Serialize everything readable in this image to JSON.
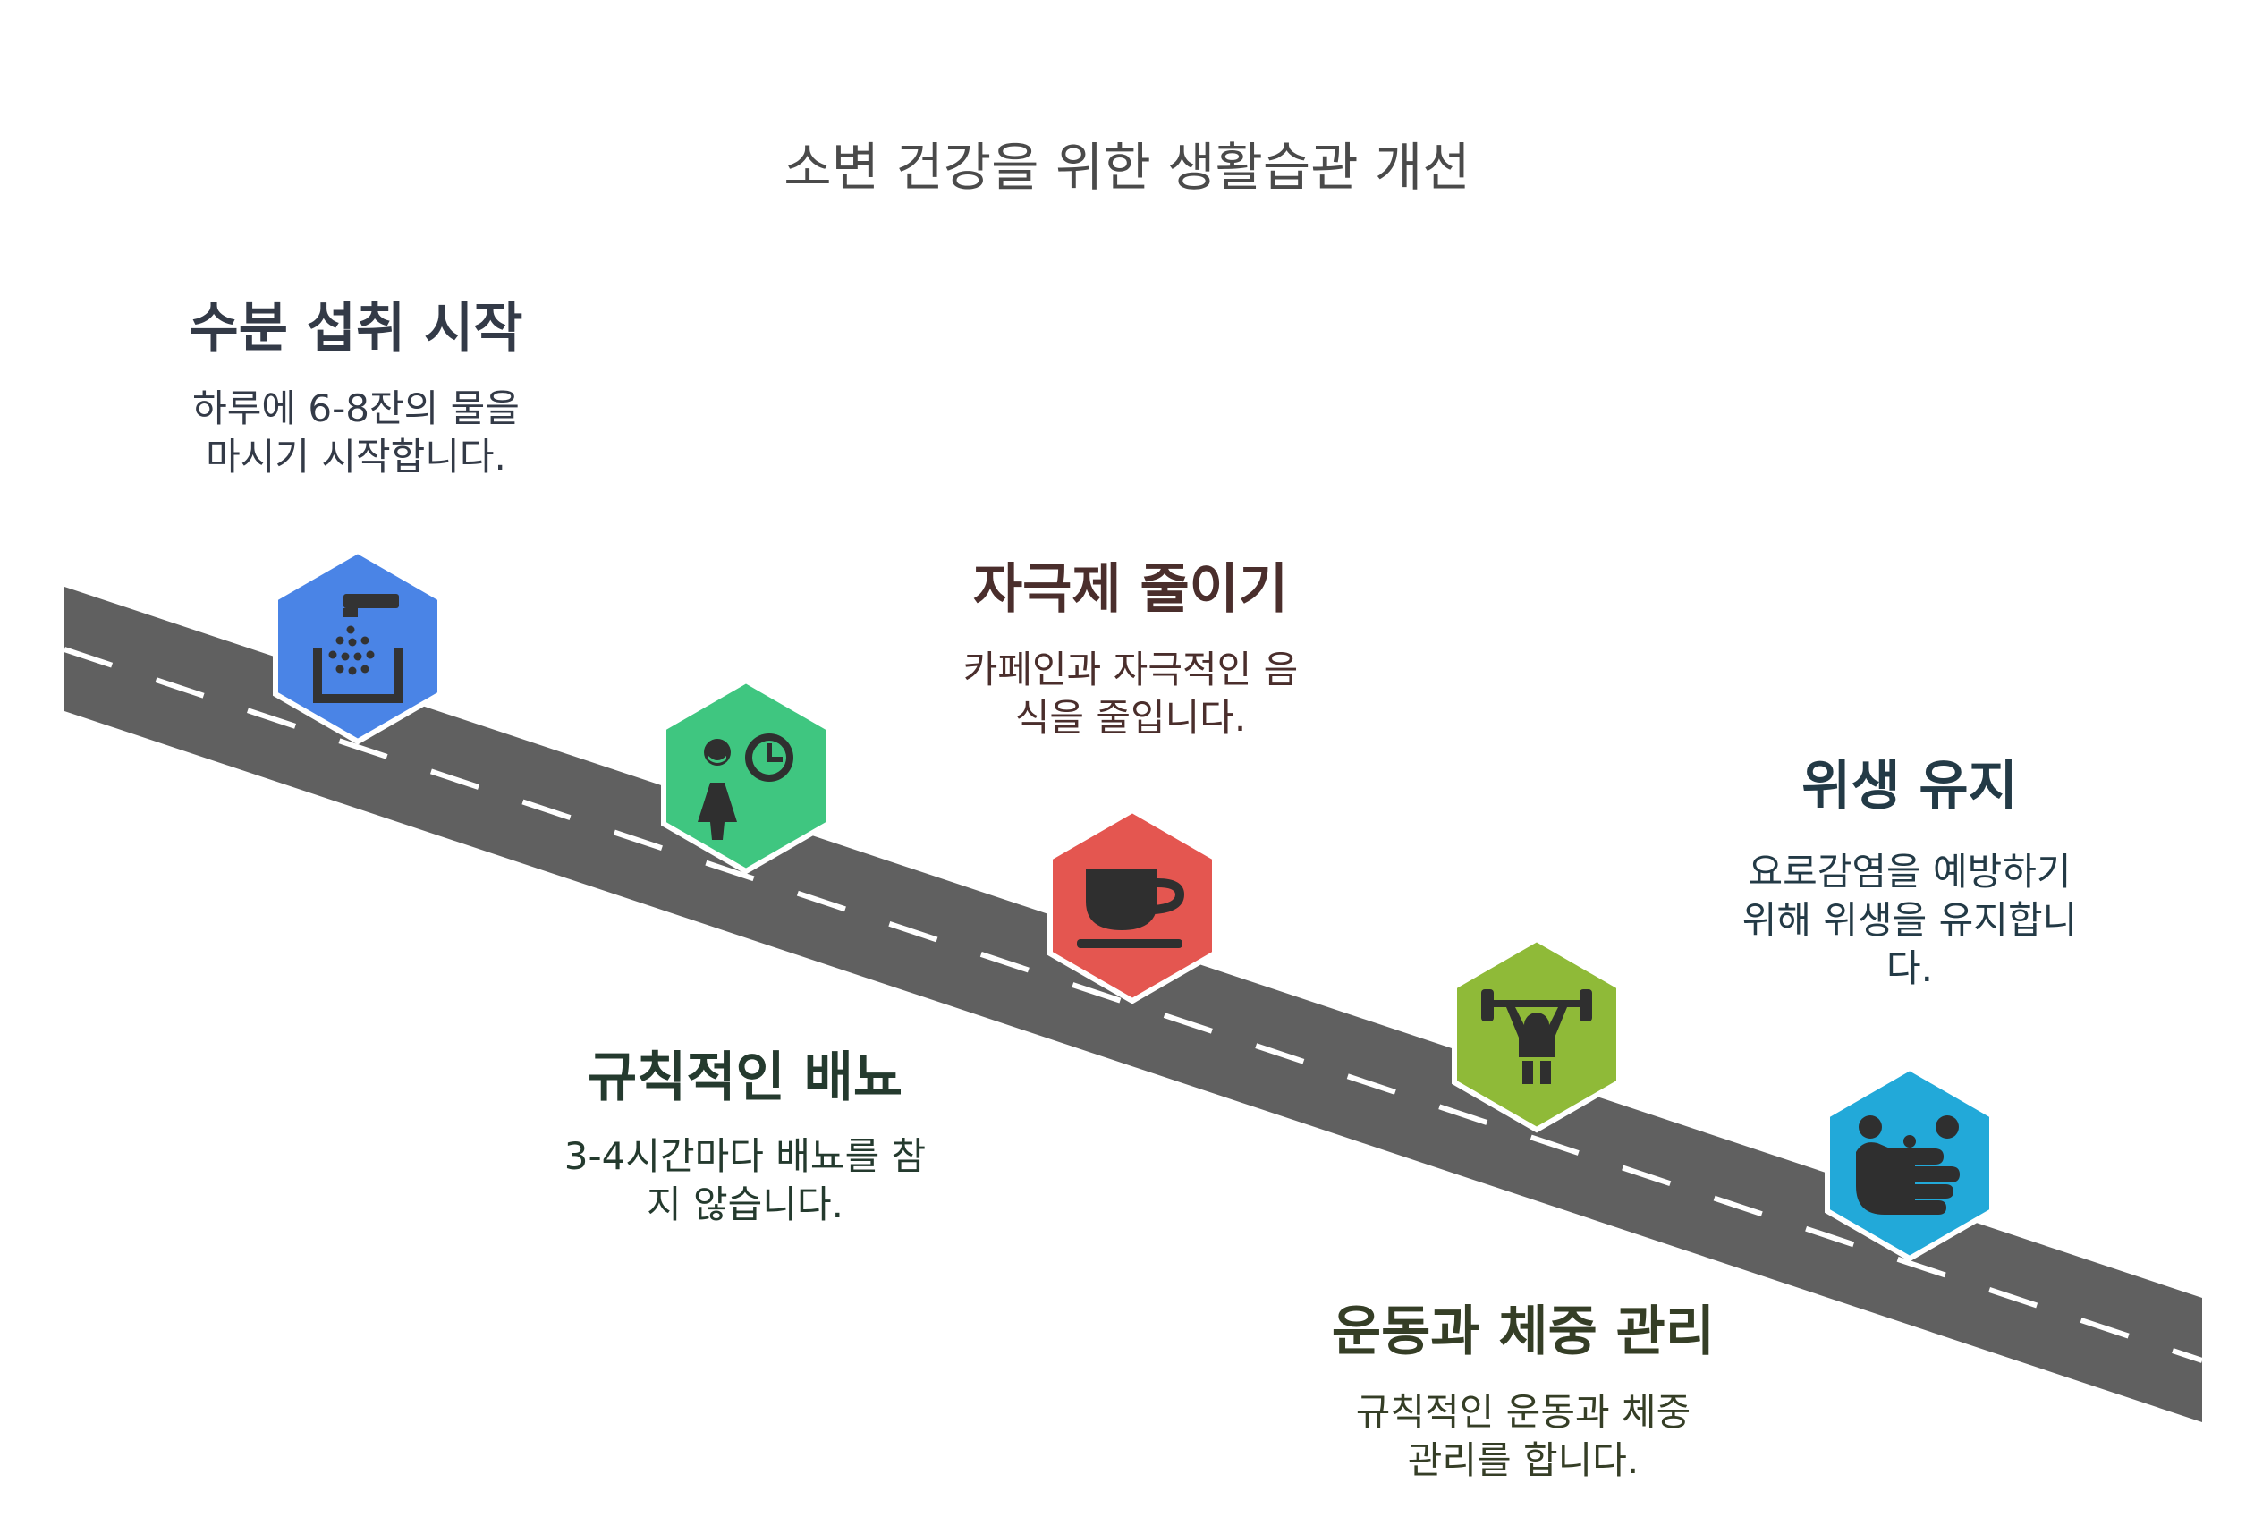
{
  "title": "소변 건강을 위한 생활습관 개선",
  "steps": [
    {
      "title": "수분 섭취 시작",
      "desc_line1": "하루에 6-8잔의 물을",
      "desc_line2": "마시기 시작합니다.",
      "desc_line3": "",
      "icon": "water-tap-icon",
      "color": "#4a84e6",
      "title_color": "#333a47",
      "text_color": "#333a47"
    },
    {
      "title": "규칙적인 배뇨",
      "desc_line1": "3-4시간마다 배뇨를 참",
      "desc_line2": "지 않습니다.",
      "desc_line3": "",
      "icon": "person-clock-icon",
      "color": "#3fc680",
      "title_color": "#243a2e",
      "text_color": "#243a2e"
    },
    {
      "title": "자극제 줄이기",
      "desc_line1": "카페인과 자극적인 음",
      "desc_line2": "식을 줄입니다.",
      "desc_line3": "",
      "icon": "coffee-cup-icon",
      "color": "#e45650",
      "title_color": "#4a2e2c",
      "text_color": "#4a2e2c"
    },
    {
      "title": "운동과 체중 관리",
      "desc_line1": "규칙적인 운동과 체중",
      "desc_line2": "관리를 합니다.",
      "desc_line3": "",
      "icon": "weightlifting-icon",
      "color": "#8fba38",
      "title_color": "#353e26",
      "text_color": "#353e26"
    },
    {
      "title": "위생 유지",
      "desc_line1": "요로감염을 예방하기",
      "desc_line2": "위해 위생을 유지합니",
      "desc_line3": "다.",
      "icon": "hand-washing-icon",
      "color": "#22a9d9",
      "title_color": "#233a46",
      "text_color": "#233a46"
    }
  ]
}
